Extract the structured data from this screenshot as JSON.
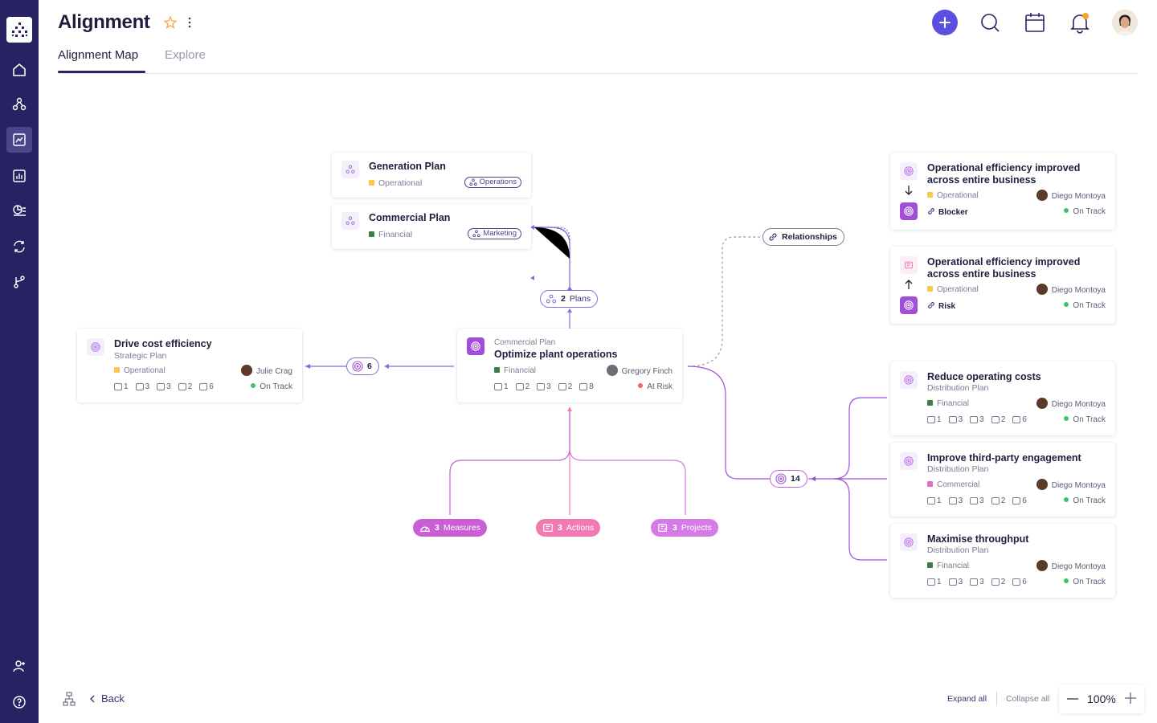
{
  "app": {
    "title": "Alignment"
  },
  "tabs": [
    {
      "label": "Alignment Map",
      "active": true
    },
    {
      "label": "Explore",
      "active": false
    }
  ],
  "header_icons": [
    "add-icon",
    "search-icon",
    "calendar-icon",
    "bell-icon",
    "avatar"
  ],
  "sidebar": {
    "items": [
      "home-icon",
      "plans-icon",
      "alignment-icon",
      "reports-icon",
      "dashboard-icon",
      "sync-icon",
      "branch-icon",
      "add-user-icon",
      "help-icon"
    ]
  },
  "colors": {
    "sidebar": "#272363",
    "accent": "#5a4fe0",
    "operational": "#f7c948",
    "financial": "#3e7d46",
    "commercial": "#e06fcb",
    "on_track": "#3ec46d",
    "at_risk": "#f06464",
    "measures": "#c95fd2",
    "actions": "#f07bb0",
    "projects": "#d47be6"
  },
  "plans": [
    {
      "title": "Generation Plan",
      "category": "Operational",
      "dept": "Operations"
    },
    {
      "title": "Commercial Plan",
      "category": "Financial",
      "dept": "Marketing"
    }
  ],
  "plans_pill": {
    "count": "2",
    "label": "Plans"
  },
  "relationships_pill": "Relationships",
  "left_card": {
    "title": "Drive cost efficiency",
    "subtitle": "Strategic Plan",
    "category": "Operational",
    "owner": "Julie Crag",
    "status": "On Track",
    "counts": [
      "1",
      "3",
      "3",
      "2",
      "6"
    ]
  },
  "left_pill": "6",
  "center_card": {
    "eyebrow": "Commercial Plan",
    "title": "Optimize plant operations",
    "category": "Financial",
    "owner": "Gregory Finch",
    "status": "At Risk",
    "counts": [
      "1",
      "2",
      "3",
      "2",
      "8"
    ]
  },
  "bottom_pills": [
    {
      "count": "3",
      "label": "Measures"
    },
    {
      "count": "3",
      "label": "Actions"
    },
    {
      "count": "3",
      "label": "Projects"
    }
  ],
  "right_pill": "14",
  "relations": [
    {
      "title_line1": "Operational efficiency improved",
      "title_line2": "across entire business",
      "category": "Operational",
      "owner": "Diego Montoya",
      "type": "Blocker",
      "status": "On Track"
    },
    {
      "title_line1": "Operational efficiency improved",
      "title_line2": "across entire business",
      "category": "Operational",
      "owner": "Diego Montoya",
      "type": "Risk",
      "status": "On Track"
    }
  ],
  "children": [
    {
      "title": "Reduce operating costs",
      "subtitle": "Distribution Plan",
      "category": "Financial",
      "owner": "Diego Montoya",
      "status": "On Track",
      "counts": [
        "1",
        "3",
        "3",
        "2",
        "6"
      ]
    },
    {
      "title": "Improve third-party engagement",
      "subtitle": "Distribution Plan",
      "category": "Commercial",
      "owner": "Diego Montoya",
      "status": "On Track",
      "counts": [
        "1",
        "3",
        "3",
        "2",
        "6"
      ]
    },
    {
      "title": "Maximise throughput",
      "subtitle": "Distribution Plan",
      "category": "Financial",
      "owner": "Diego Montoya",
      "status": "On Track",
      "counts": [
        "1",
        "3",
        "3",
        "2",
        "6"
      ]
    }
  ],
  "footer": {
    "back": "Back",
    "expand_all": "Expand all",
    "collapse_all": "Collapse all",
    "zoom": "100%"
  }
}
